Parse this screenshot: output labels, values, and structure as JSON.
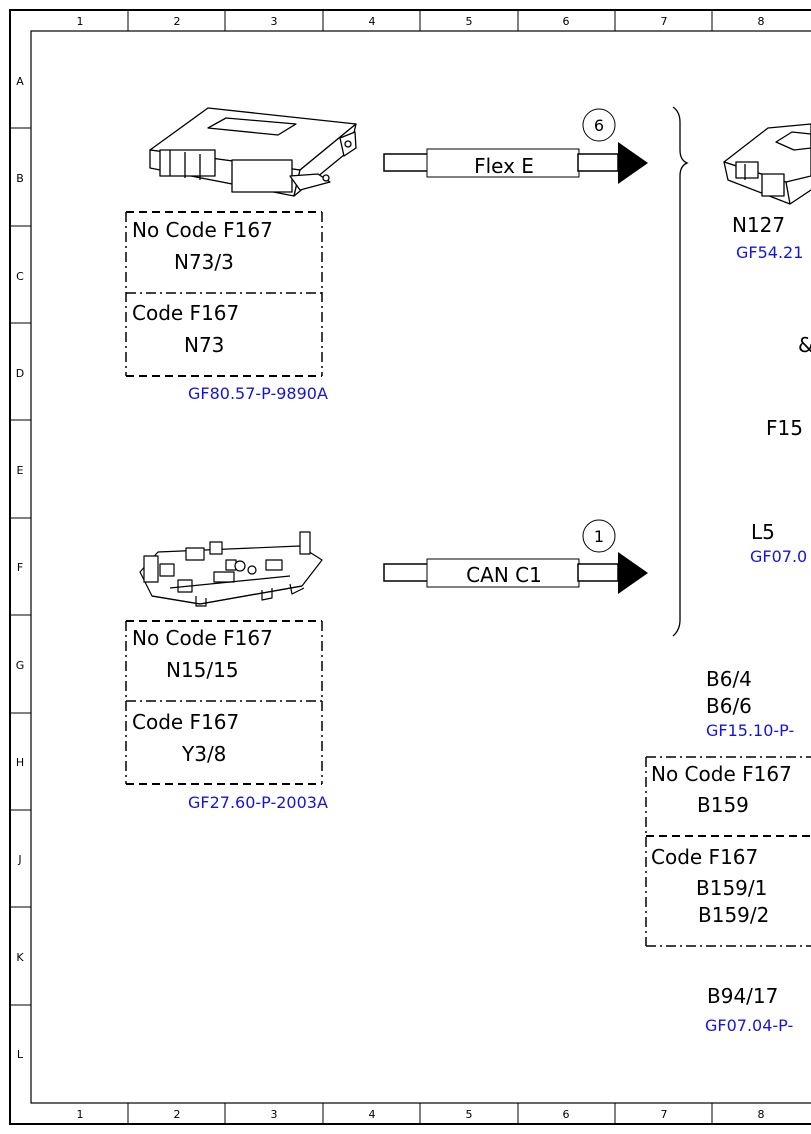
{
  "grid": {
    "columns": [
      "1",
      "2",
      "3",
      "4",
      "5",
      "6",
      "7",
      "8"
    ],
    "rows": [
      "A",
      "B",
      "C",
      "D",
      "E",
      "F",
      "G",
      "H",
      "J",
      "K",
      "L"
    ]
  },
  "modules": {
    "top": {
      "option_a_label": "No Code F167",
      "option_a_part": "N73/3",
      "option_b_label": "Code F167",
      "option_b_part": "N73",
      "ref": "GF80.57-P-9890A"
    },
    "bottom": {
      "option_a_label": "No Code F167",
      "option_a_part": "N15/15",
      "option_b_label": "Code F167",
      "option_b_part": "Y3/8",
      "ref": "GF27.60-P-2003A"
    }
  },
  "connections": [
    {
      "label": "Flex E",
      "number": "6"
    },
    {
      "label": "CAN C1",
      "number": "1"
    }
  ],
  "right_column": {
    "n127": "N127",
    "n127_ref": "GF54.21",
    "d_fragment": "&",
    "f15_fragment": "F15",
    "l5": "L5",
    "l5_ref": "GF07.0",
    "b6_4": "B6/4",
    "b6_6": "B6/6",
    "b6_ref": "GF15.10-P-",
    "b159_box": {
      "option_a_label": "No Code F167",
      "option_a_part": "B159",
      "option_b_label": "Code F167",
      "option_b_part_1": "B159/1",
      "option_b_part_2": "B159/2"
    },
    "b94": "B94/17",
    "b94_ref": "GF07.04-P-"
  }
}
